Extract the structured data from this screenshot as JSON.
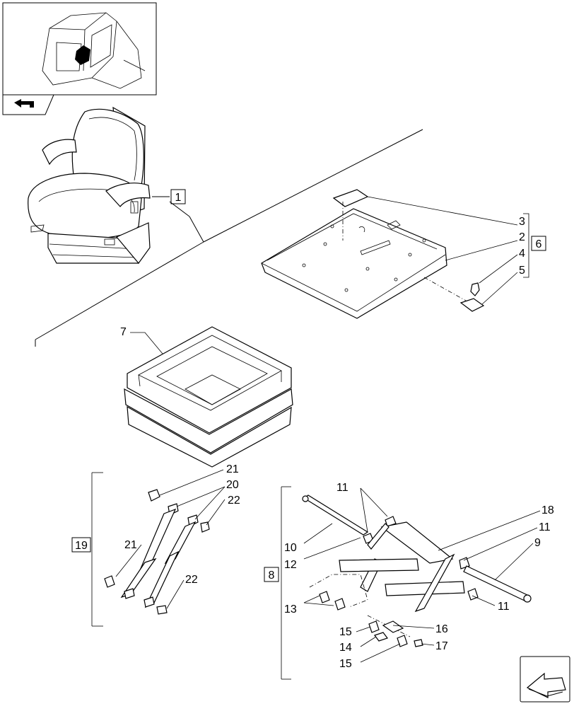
{
  "labels": {
    "l1": "1",
    "l2": "2",
    "l3": "3",
    "l4": "4",
    "l5": "5",
    "l6": "6",
    "l7": "7",
    "l8": "8",
    "l9": "9",
    "l10": "10",
    "l11a": "11",
    "l11b": "11",
    "l11c": "11",
    "l12": "12",
    "l13": "13",
    "l14": "14",
    "l15a": "15",
    "l15b": "15",
    "l16": "16",
    "l17": "17",
    "l19": "19",
    "l20": "20",
    "l21a": "21",
    "l21b": "21",
    "l22a": "22",
    "l22b": "22",
    "l18": "18"
  },
  "icons": {
    "thumbnail": "tractor-cab-thumbnail-icon",
    "back": "back-arrow-icon",
    "next": "next-page-icon"
  }
}
